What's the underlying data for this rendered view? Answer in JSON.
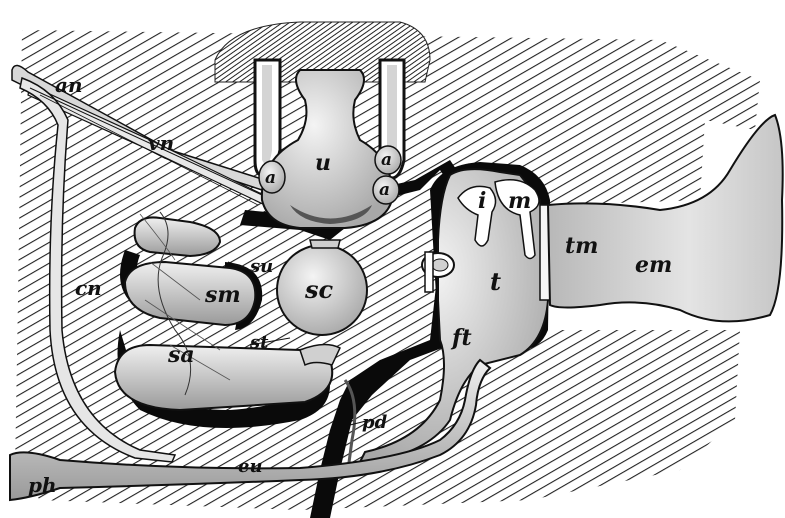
{
  "figure": {
    "colors": {
      "ink": "#111111",
      "hatch": "#222222",
      "organ_fill": "#d8d8d8",
      "organ_light": "#ececec",
      "paper": "#ffffff"
    },
    "labels": {
      "an": "an",
      "vn": "vn",
      "cn": "cn",
      "u": "u",
      "a1": "a",
      "a2": "a",
      "a3": "a",
      "su": "su",
      "sm": "sm",
      "sc": "sc",
      "st": "st",
      "sa": "sa",
      "i": "i",
      "m": "m",
      "tm": "tm",
      "em": "em",
      "t": "t",
      "ft": "ft",
      "pd": "pd",
      "eu": "eu",
      "ph": "ph"
    }
  }
}
